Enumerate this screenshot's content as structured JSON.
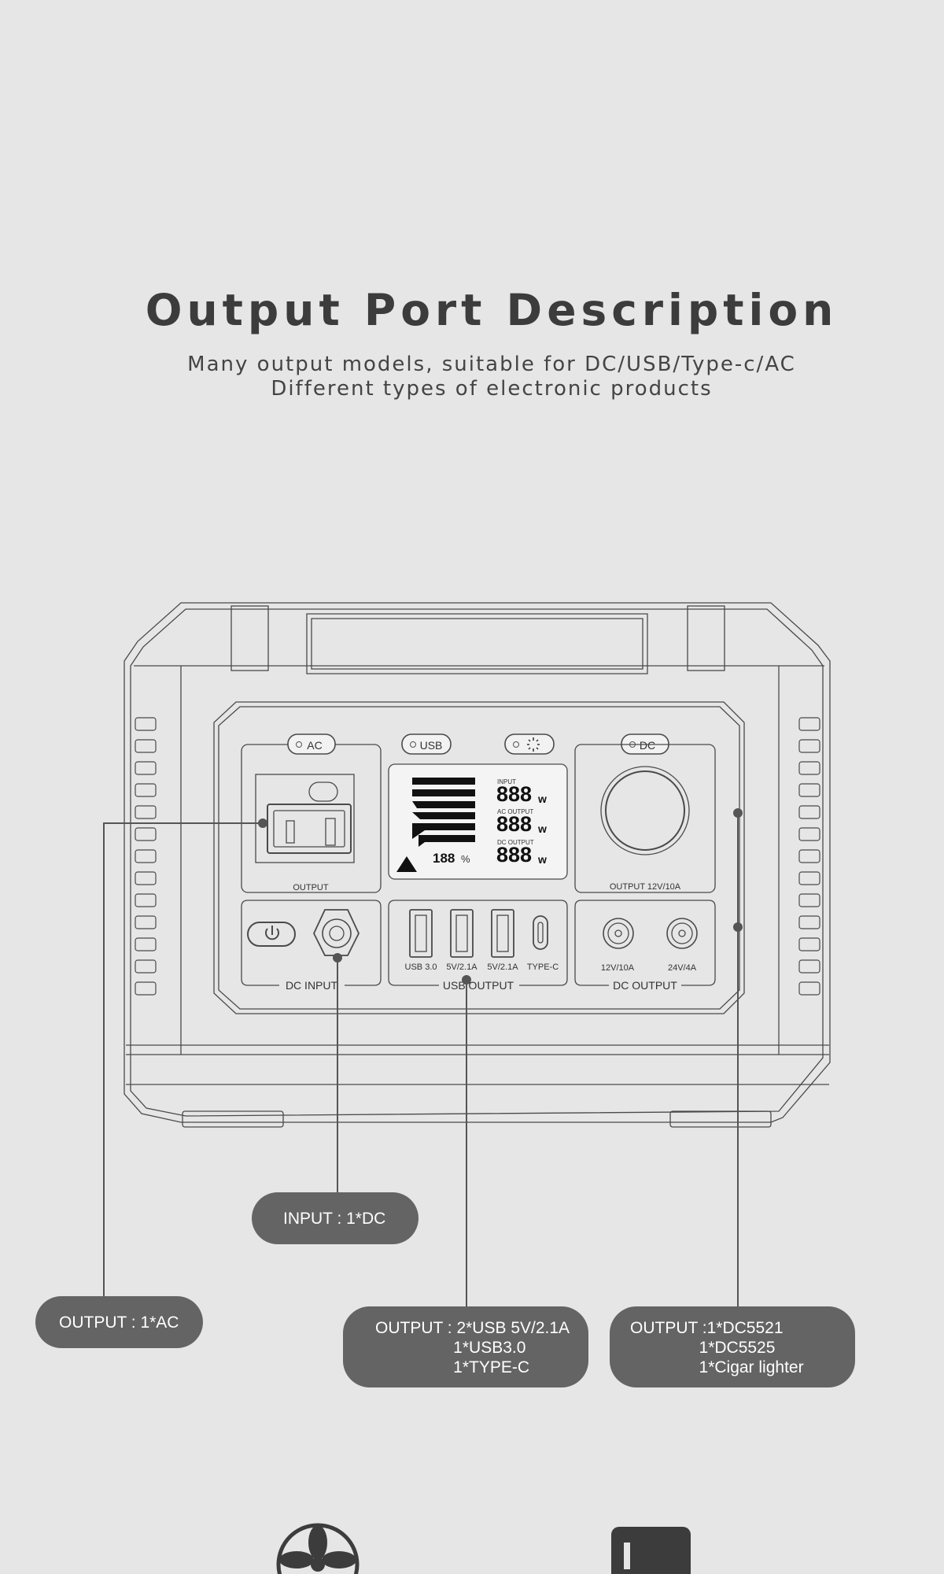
{
  "header": {
    "title": "Output Port Description",
    "subtitle_lines": [
      "Many output models, suitable for DC/USB/Type-c/AC",
      "Different types of electronic products"
    ]
  },
  "device": {
    "buttons": {
      "ac": "AC",
      "usb": "USB",
      "dc": "DC"
    },
    "ac_panel_label": "OUTPUT",
    "dc_panel_label": "OUTPUT 12V/10A",
    "display": {
      "input_label": "INPUT",
      "ac_output_label": "AC OUTPUT",
      "dc_output_label": "DC OUTPUT",
      "digits": "888",
      "unit": "w",
      "percent_digits": "188"
    },
    "usb_ports": [
      "USB 3.0",
      "5V/2.1A",
      "5V/2.1A",
      "TYPE-C"
    ],
    "dc_ports": [
      "12V/10A",
      "24V/4A"
    ],
    "section_labels": {
      "dc_input": "DC INPUT",
      "usb_output": "USB OUTPUT",
      "dc_output": "DC OUTPUT"
    }
  },
  "callouts": {
    "input": [
      "INPUT : 1*DC"
    ],
    "ac": [
      "OUTPUT : 1*AC"
    ],
    "usb": [
      "OUTPUT : 2*USB 5V/2.1A",
      "                 1*USB3.0",
      "                 1*TYPE-C"
    ],
    "dc": [
      "OUTPUT :1*DC5521",
      "               1*DC5525",
      "               1*Cigar lighter"
    ]
  },
  "colors": {
    "background": "#e6e6e6",
    "pill": "#646464",
    "line": "#555555"
  }
}
